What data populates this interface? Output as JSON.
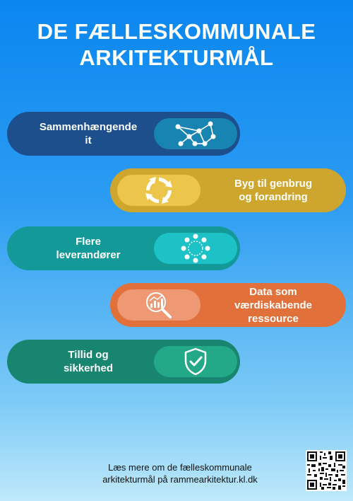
{
  "title": {
    "line1": "DE FÆLLESKOMMUNALE",
    "line2": "ARKITEKTURMÅL"
  },
  "goals": [
    {
      "line1": "Sammenhængende",
      "line2": "it",
      "icon": "network-icon",
      "pill_color": "#1c4f8c",
      "icon_bg": "#1784b1"
    },
    {
      "line1": "Byg til genbrug",
      "line2": "og forandring",
      "icon": "recycle-arrows-icon",
      "pill_color": "#cfa62d",
      "icon_bg": "#ecc64a"
    },
    {
      "line1": "Flere",
      "line2": "leverandører",
      "icon": "people-circle-icon",
      "pill_color": "#139a98",
      "icon_bg": "#1cc2c5"
    },
    {
      "line1": "Data som",
      "line2": "værdiskabende",
      "line3": "ressource",
      "icon": "magnifier-chart-icon",
      "pill_color": "#e2703a",
      "icon_bg": "#ee9874"
    },
    {
      "line1": "Tillid og",
      "line2": "sikkerhed",
      "icon": "shield-check-icon",
      "pill_color": "#17856f",
      "icon_bg": "#23a988"
    }
  ],
  "footer": {
    "line1": "Læs mere om de fælleskommunale",
    "line2": "arkitekturmål på rammearkitektur.kl.dk"
  },
  "qr_icon": "qr-code-icon"
}
